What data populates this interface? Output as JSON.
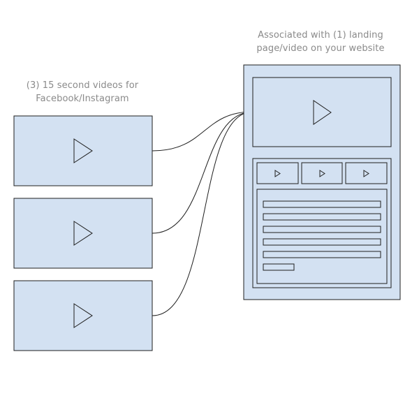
{
  "captions": {
    "left_line1": "(3) 15 second videos for",
    "left_line2": "Facebook/Instagram",
    "right_line1": "Associated with (1) landing",
    "right_line2": "page/video on your website"
  },
  "colors": {
    "box_fill": "#d3e1f2",
    "stroke": "#1f1f1f",
    "caption_text": "#8a8a8a",
    "background": "#ffffff"
  },
  "icons": {
    "video_play": "play-triangle-icon",
    "thumb_play": "play-triangle-icon"
  }
}
